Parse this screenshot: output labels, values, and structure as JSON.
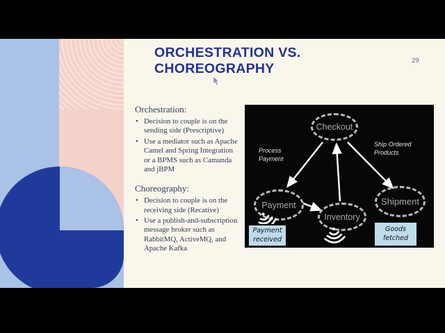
{
  "slide": {
    "title": "ORCHESTRATION VS.\nCHOREOGRAPHY",
    "page_number": "29",
    "sections": [
      {
        "heading": "Orchestration:",
        "bullets": [
          "Decision to couple is on the sending side (Prescriptive)",
          "Use a mediator such as Apache Camel and Spring Integration or a BPMS such as Camunda and jBPM"
        ]
      },
      {
        "heading": "Choreography:",
        "bullets": [
          "Decision to couple is on the receiving side (Recative)",
          "Use a publish-and-subscription message broker such as RabbitMQ, ActiveMQ, and Apache Kafka"
        ]
      }
    ]
  },
  "diagram": {
    "nodes": [
      {
        "label": "Checkout"
      },
      {
        "label": "Payment"
      },
      {
        "label": "Inventory"
      },
      {
        "label": "Shipment"
      }
    ],
    "edges": [
      "Checkout -> Payment",
      "Payment -> Inventory",
      "Inventory -> Checkout",
      "Checkout -> Shipment"
    ],
    "edge_labels": {
      "process_payment": "Process\nPayment",
      "ship_ordered": "Ship Ordered\nProducts"
    },
    "callouts": {
      "payment_received": "Payment\nreceived",
      "goods_fetched": "Goods\nfetched"
    },
    "colors": {
      "background": "#070707",
      "node_border": "#b9b9b9",
      "node_text": "#a8a8a8",
      "arrow": "#ffffff",
      "callout_bg": "#bfdcec"
    }
  },
  "colors": {
    "slide_bg": "#faf6ec",
    "title": "#23338f",
    "body_text": "#2f3a55",
    "band_blue": "#a9c2e6",
    "band_pink": "#f4d2ca",
    "deco_navy": "#203a9c",
    "letterbox": "#000000"
  }
}
